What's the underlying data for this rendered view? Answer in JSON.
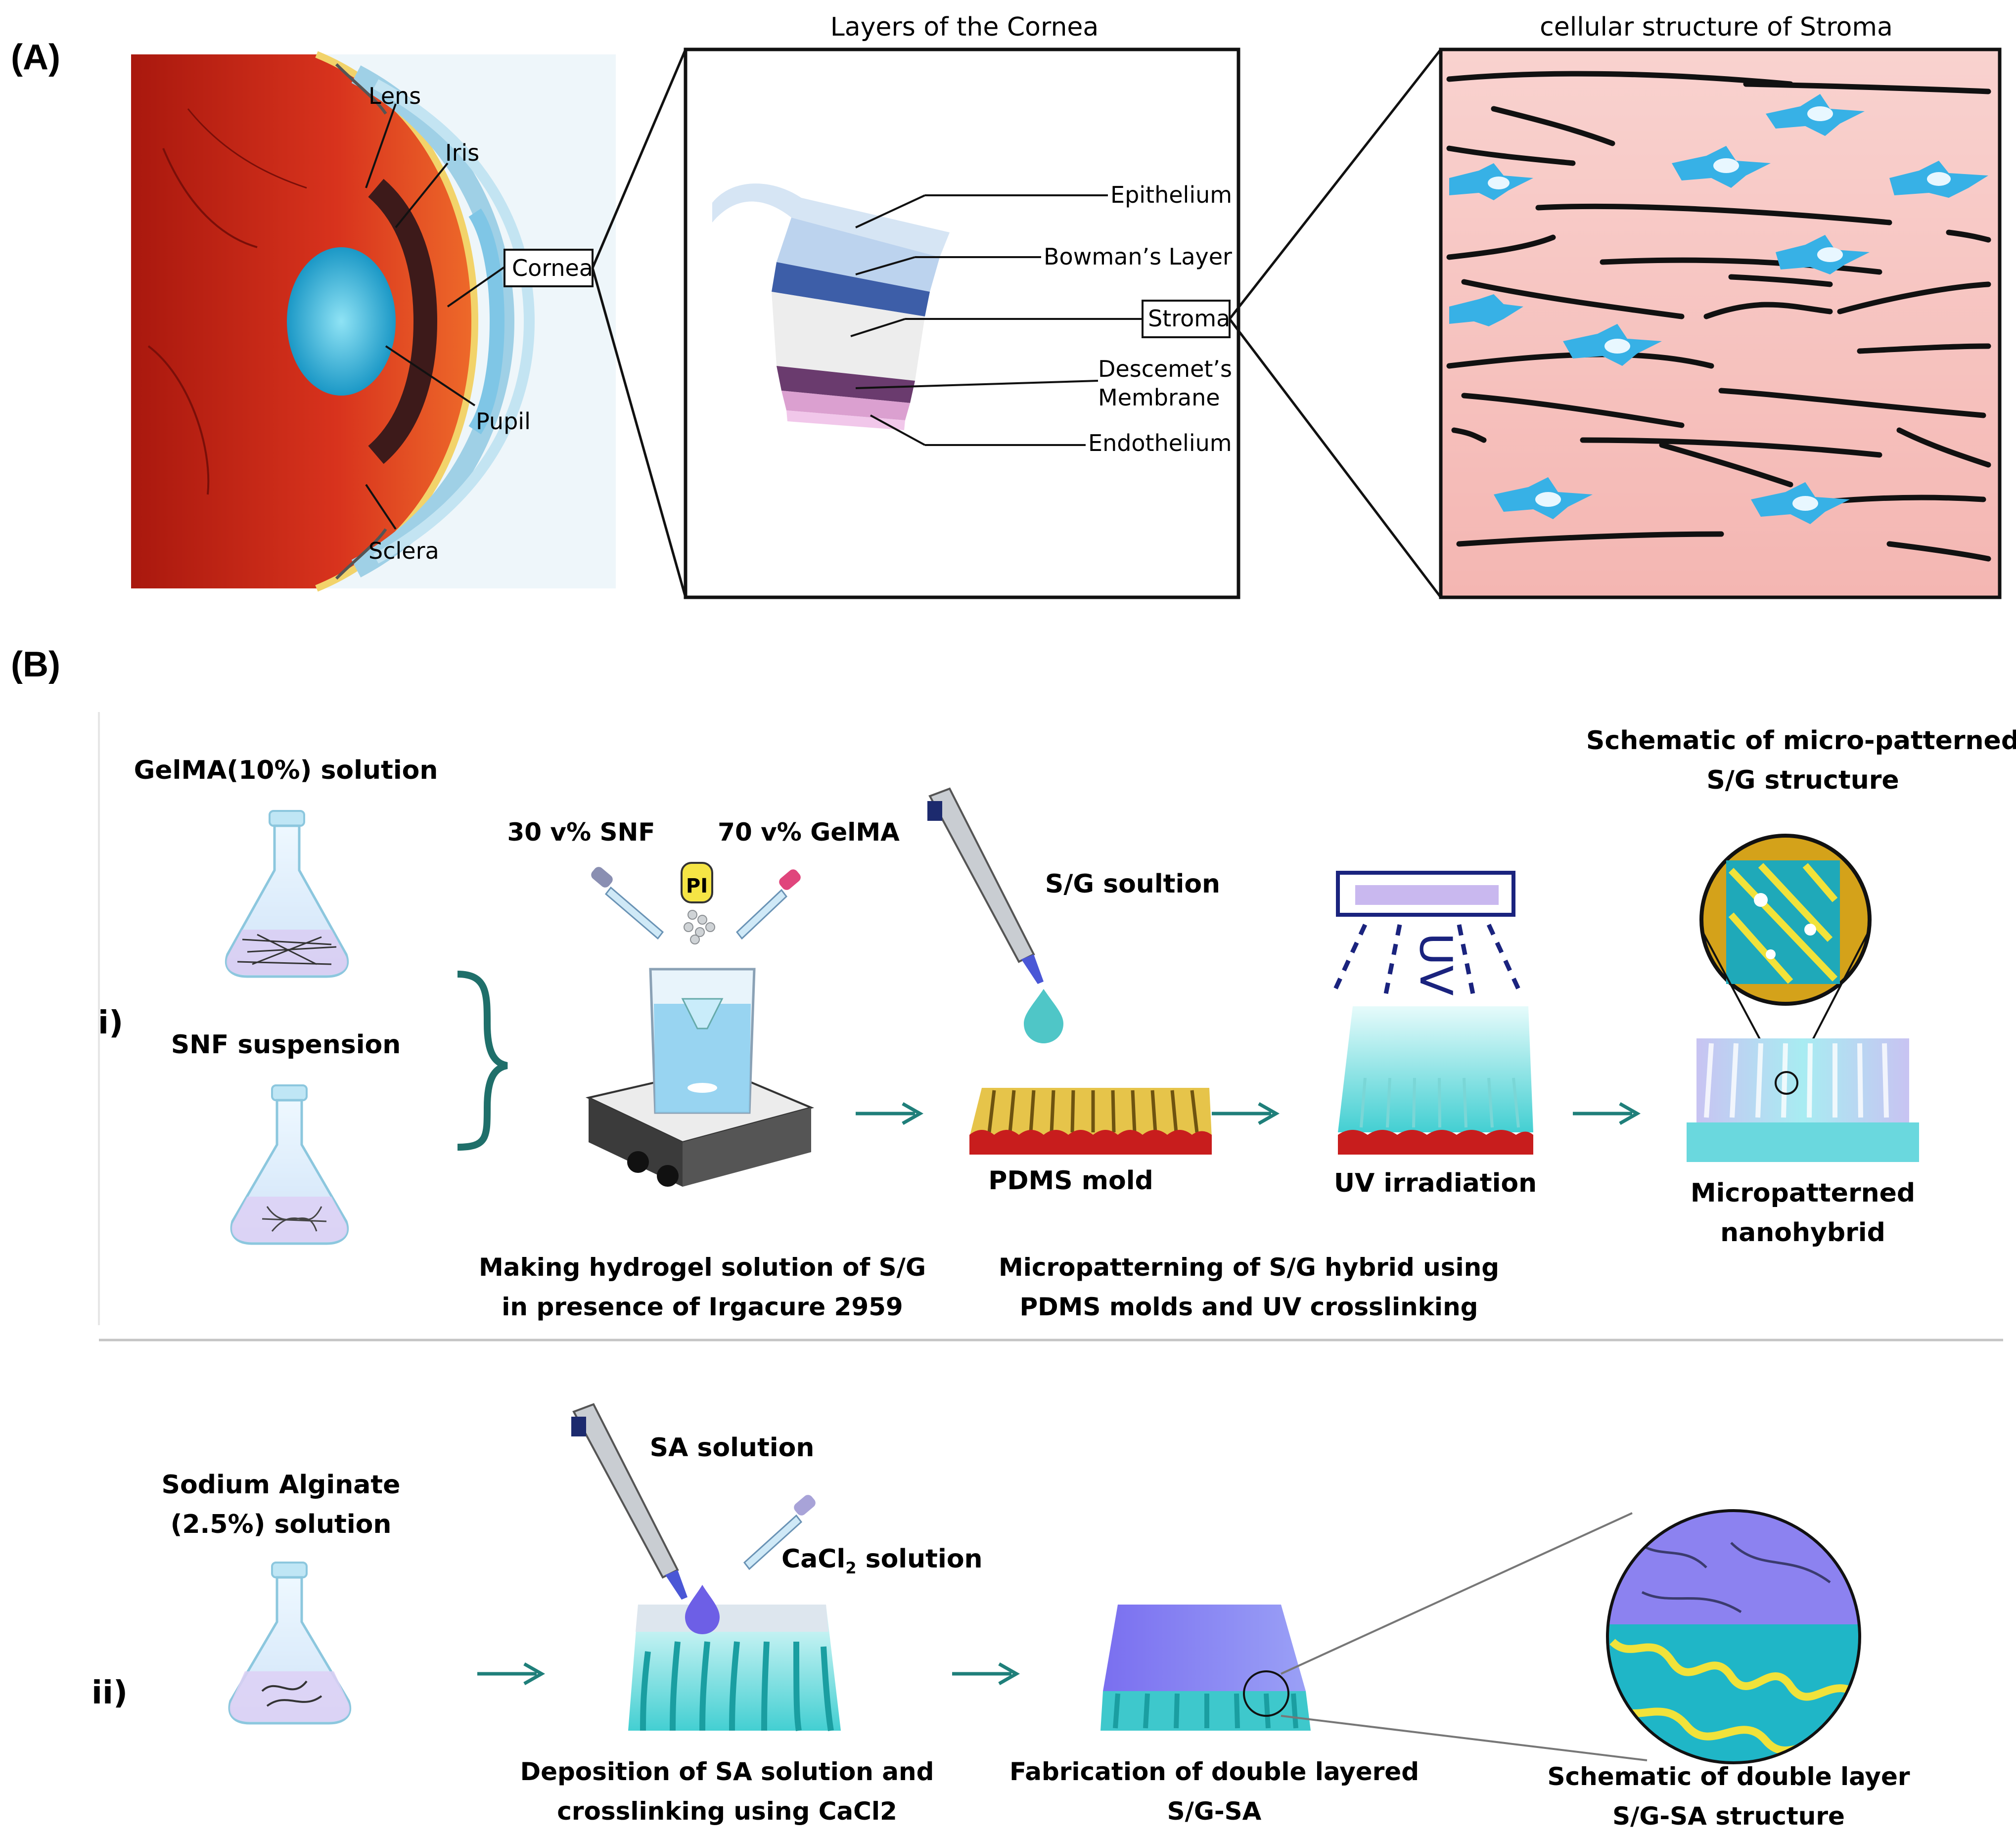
{
  "panel_a": {
    "label": "(A)",
    "eye": {
      "lens": "Lens",
      "iris": "Iris",
      "cornea": "Cornea",
      "pupil": "Pupil",
      "sclera": "Sclera"
    },
    "cornea_layers": {
      "title": "Layers of the Cornea",
      "epithelium": "Epithelium",
      "bowman": "Bowman’s Layer",
      "stroma": "Stroma",
      "descemet_1": "Descemet’s",
      "descemet_2": "Membrane",
      "endothelium": "Endothelium"
    },
    "stroma_panel": {
      "title": "cellular structure of Stroma"
    }
  },
  "panel_b": {
    "label": "(B)",
    "row_i": {
      "label": "i)",
      "gelma_solution": "GelMA(10%) solution",
      "snf_suspension": "SNF suspension",
      "snf_fraction": "30 v% SNF",
      "gelma_fraction": "70 v% GelMA",
      "pi": "PI",
      "making_1": "Making hydrogel solution of S/G",
      "making_2": "in presence of Irgacure 2959",
      "sg_solution": "S/G soultion",
      "pdms_mold": "PDMS mold",
      "uv_text": "UV",
      "uv_irradiation": "UV irradiation",
      "micropatterning_1": "Micropatterning of S/G hybrid using",
      "micropatterning_2": "PDMS molds and UV crosslinking",
      "schematic_1": "Schematic of micro-patterned",
      "schematic_2": "S/G structure",
      "micropatterned_1": "Micropatterned",
      "micropatterned_2": "nanohybrid"
    },
    "row_ii": {
      "label": "ii)",
      "sa_1": "Sodium Alginate",
      "sa_2": "(2.5%) solution",
      "sa_solution": "SA solution",
      "cacl_prefix": "CaCl",
      "cacl_sub": "2",
      "cacl_suffix": " solution",
      "deposition_1": "Deposition of SA solution and",
      "deposition_2": "crosslinking using CaCl2",
      "fabrication_1": "Fabrication of double layered",
      "fabrication_2": "S/G-SA",
      "double_1": "Schematic of double layer",
      "double_2": "S/G-SA structure"
    }
  },
  "colors": {
    "eye_red": "#c8281a",
    "cornea_blue": "#3aaed8",
    "stroma_pink": "#f7c7c4",
    "keratocyte_blue": "#3eb6e8",
    "arrow_teal": "#1f7f7a",
    "bracket_teal": "#1f6f6a",
    "mold_gold": "#d6b23a",
    "mold_red": "#c81d1d",
    "gel_cyan": "#7fe0e0",
    "sa_purple": "#8c82f0"
  }
}
